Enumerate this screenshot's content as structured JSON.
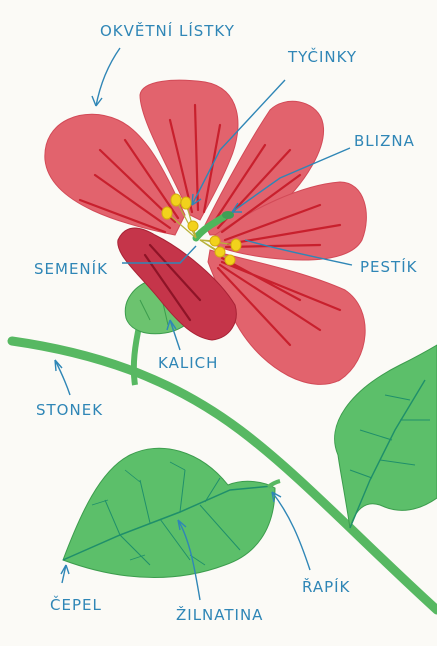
{
  "labels": {
    "petals": "OKVĚTNÍ LÍSTKY",
    "stamens": "TYČINKY",
    "stigma": "BLIZNA",
    "pistil": "PESTÍK",
    "ovary": "SEMENÍK",
    "calyx": "KALICH",
    "stem": "STONEK",
    "blade": "ČEPEL",
    "vein": "ŽILNATINA",
    "petiole": "ŘAPÍK"
  },
  "colors": {
    "petal": "#e2636d",
    "petal_vein": "#c8202d",
    "leaf": "#4fb65b",
    "leaf_vein": "#1f8f6a",
    "stamen": "#f2d21c",
    "label": "#2f86b6"
  }
}
